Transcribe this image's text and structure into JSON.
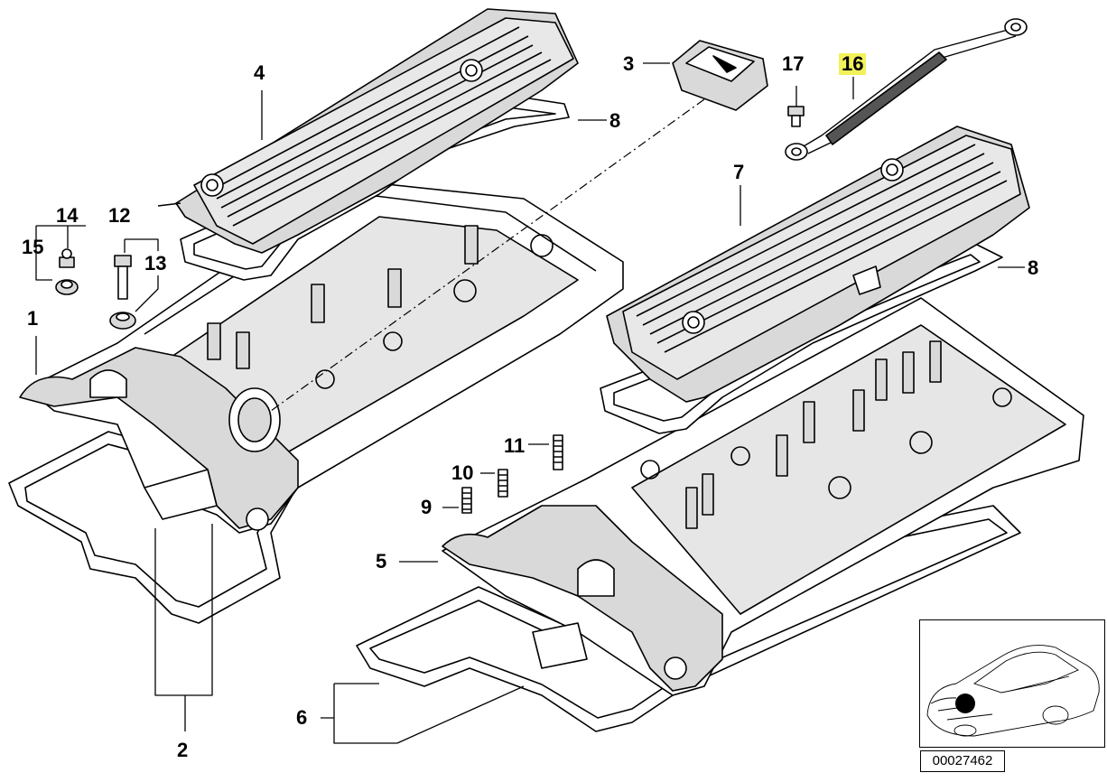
{
  "callouts": {
    "c1": "1",
    "c2": "2",
    "c3": "3",
    "c4": "4",
    "c5": "5",
    "c6": "6",
    "c7": "7",
    "c8a": "8",
    "c8b": "8",
    "c9": "9",
    "c10": "10",
    "c11": "11",
    "c12": "12",
    "c13": "13",
    "c14": "14",
    "c15": "15",
    "c16": "16",
    "c17": "17"
  },
  "highlighted_part": "16",
  "highlight_color": "#f2f25a",
  "line_color": "#000000",
  "fill_color": "#d9d9d9",
  "document_number": "00027462",
  "inset_icon": "car-location-icon"
}
